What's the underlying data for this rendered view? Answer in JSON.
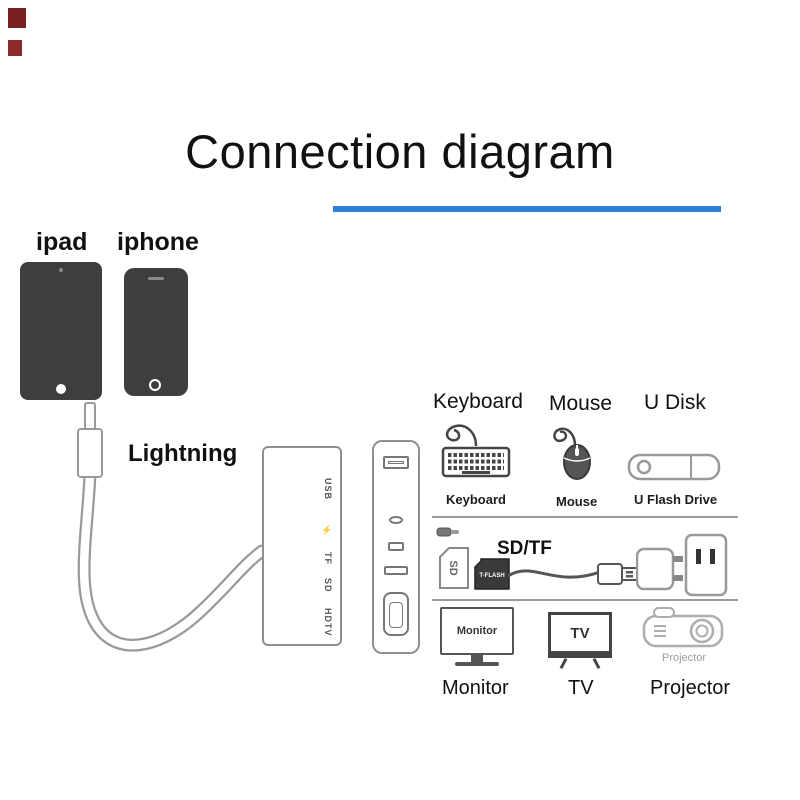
{
  "title": "Connection diagram",
  "source_devices": {
    "ipad_label": "ipad",
    "iphone_label": "iphone",
    "cable_label": "Lightning"
  },
  "hub": {
    "port_labels": [
      "USB",
      "⚡",
      "TF",
      "SD",
      "HDTV"
    ]
  },
  "peripherals": {
    "keyboard_title": "Keyboard",
    "mouse_title": "Mouse",
    "udisk_title": "U Disk",
    "keyboard_caption": "Keyboard",
    "mouse_caption": "Mouse",
    "udisk_caption": "U Flash Drive"
  },
  "storage_power": {
    "sdtf_label": "SD/TF",
    "sd_card_text": "SD",
    "tf_card_text": "T-FLASH"
  },
  "displays": {
    "monitor_screen_text": "Monitor",
    "tv_screen_text": "TV",
    "projector_icon_text": "Projector",
    "monitor_caption": "Monitor",
    "tv_caption": "TV",
    "projector_caption": "Projector"
  },
  "colors": {
    "accent_blue": "#2e7fd6",
    "device_gray": "#3e3e3e",
    "outline_gray": "#8f8f8f"
  }
}
